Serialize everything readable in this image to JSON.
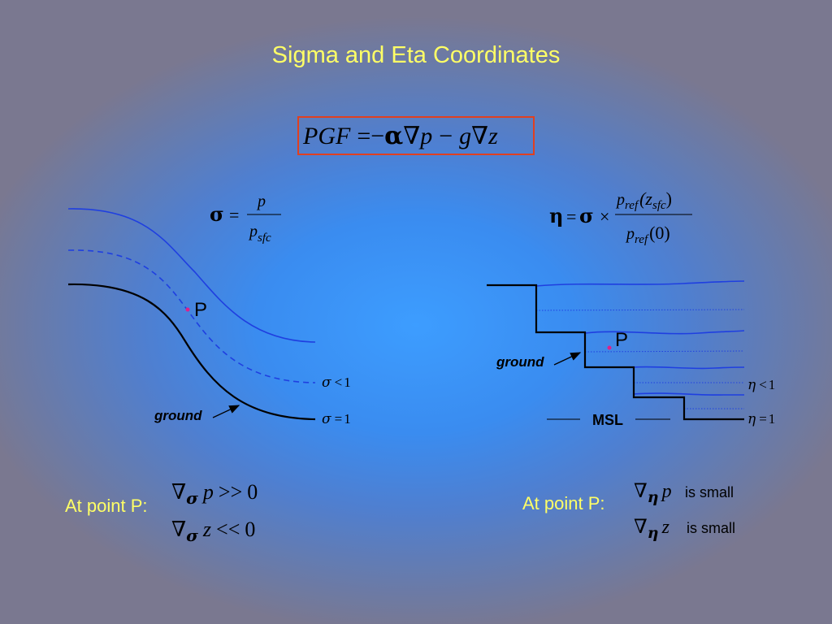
{
  "title": "Sigma and Eta Coordinates",
  "pgf_formula": {
    "lhs": "PGF",
    "eq": "=",
    "minus": "−",
    "alpha": "α",
    "nabla": "∇",
    "p": "p",
    "minus2": "−",
    "g": "g",
    "z": "z"
  },
  "sigma_def": {
    "sigma": "σ",
    "eq": "=",
    "num": "p",
    "den_p": "p",
    "den_sub": "sfc"
  },
  "eta_def": {
    "eta": "η",
    "eq": "=",
    "sigma": "σ",
    "times": "×",
    "num_p": "p",
    "num_sub": "ref",
    "num_arg": "(z",
    "num_arg_sub": "sfc",
    "num_close": ")",
    "den_p": "p",
    "den_sub": "ref",
    "den_arg": "(0)"
  },
  "left_diagram": {
    "point_label": "P",
    "ground_label": "ground",
    "sigma_lt1": {
      "sym": "σ",
      "rel": "<",
      "val": "1"
    },
    "sigma_eq1": {
      "sym": "σ",
      "rel": "=",
      "val": "1"
    }
  },
  "right_diagram": {
    "point_label": "P",
    "ground_label": "ground",
    "msl_label": "MSL",
    "eta_lt1": {
      "sym": "η",
      "rel": "<",
      "val": "1"
    },
    "eta_eq1": {
      "sym": "η",
      "rel": "=",
      "val": "1"
    }
  },
  "left_result": {
    "label": "At point P:",
    "line1": {
      "nabla": "∇",
      "sub": "σ",
      "var": "p",
      "rel": ">>",
      "val": "0"
    },
    "line2": {
      "nabla": "∇",
      "sub": "σ",
      "var": "z",
      "rel": "<<",
      "val": "0"
    }
  },
  "right_result": {
    "label": "At point P:",
    "line1": {
      "nabla": "∇",
      "sub": "η",
      "var": "p",
      "text": "is small"
    },
    "line2": {
      "nabla": "∇",
      "sub": "η",
      "var": "z",
      "text": "is small"
    }
  },
  "colors": {
    "title": "#ffff66",
    "box": "#e04020",
    "blue_line": "#1f3fe0",
    "ground": "#000000",
    "point": "#e0208a"
  }
}
